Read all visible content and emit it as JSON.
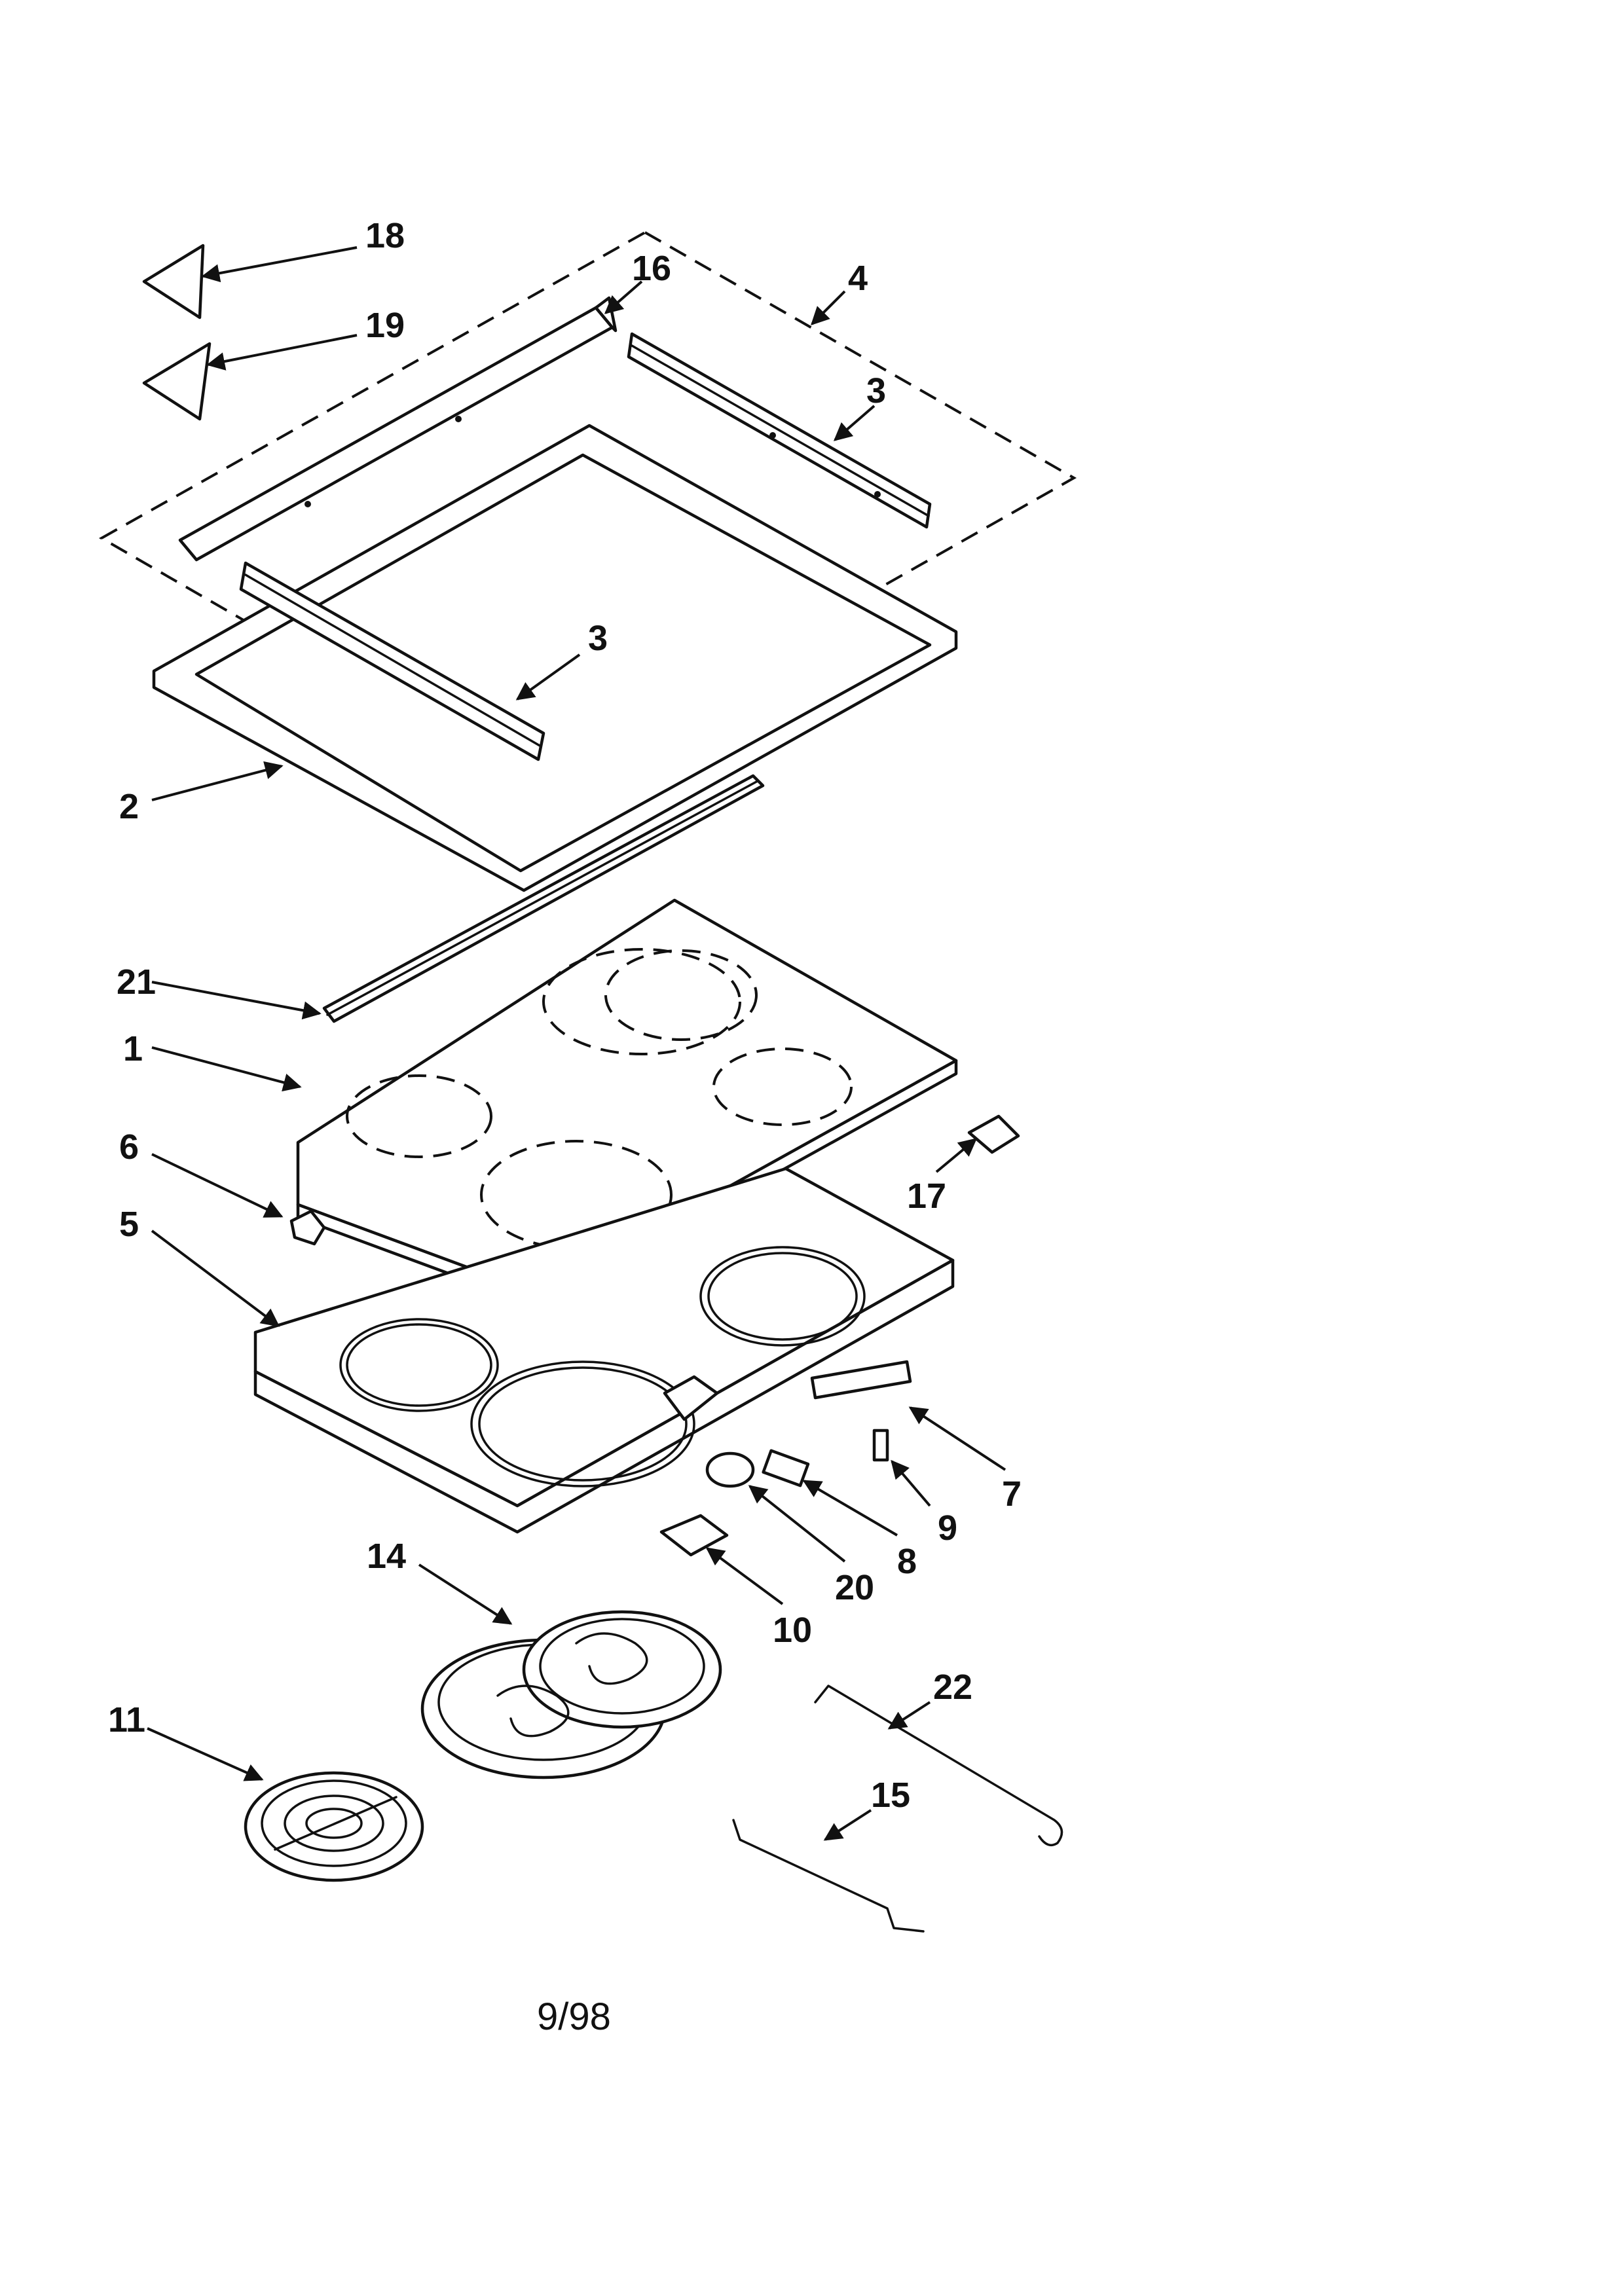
{
  "callouts": {
    "c1": "1",
    "c2": "2",
    "c3a": "3",
    "c3b": "3",
    "c4": "4",
    "c5": "5",
    "c6": "6",
    "c7": "7",
    "c8": "8",
    "c9": "9",
    "c10": "10",
    "c11": "11",
    "c14": "14",
    "c15": "15",
    "c16": "16",
    "c17": "17",
    "c18": "18",
    "c19": "19",
    "c20": "20",
    "c21": "21",
    "c22": "22"
  },
  "footer": {
    "date": "9/98"
  }
}
